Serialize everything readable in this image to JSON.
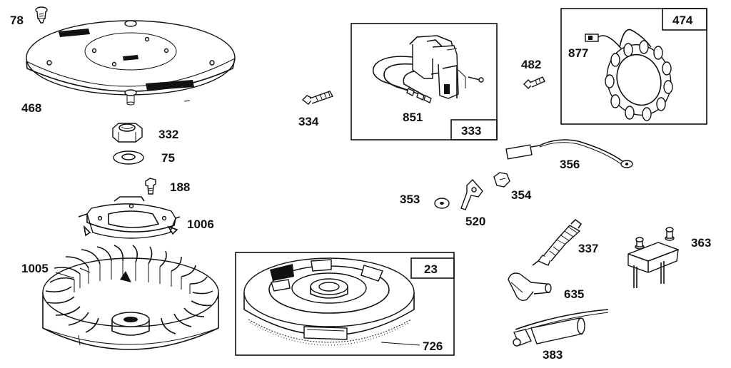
{
  "parts": {
    "p78": "78",
    "p468": "468",
    "p332": "332",
    "p75": "75",
    "p188": "188",
    "p1006": "1006",
    "p1005": "1005",
    "p334": "334",
    "p851": "851",
    "p333": "333",
    "p482": "482",
    "p877": "877",
    "p474": "474",
    "p356": "356",
    "p353": "353",
    "p354": "354",
    "p520": "520",
    "p337": "337",
    "p363": "363",
    "p635": "635",
    "p23": "23",
    "p726": "726",
    "p383": "383"
  },
  "colors": {
    "ink": "#111111",
    "paper": "#ffffff"
  }
}
